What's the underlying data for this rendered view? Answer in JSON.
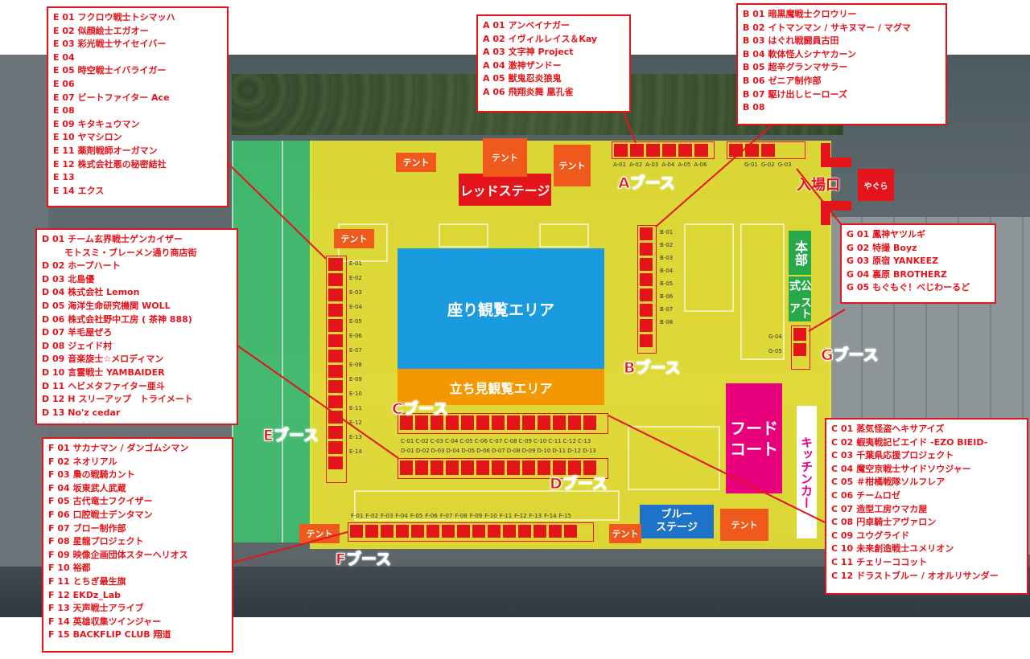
{
  "map": {
    "zones": {
      "seated": "座り観覧エリア",
      "standing": "立ち見観覧エリア",
      "red_stage": "レッドステージ",
      "blue_stage_1": "ブルー",
      "blue_stage_2": "ステージ",
      "food_court_1": "フード",
      "food_court_2": "コート",
      "kitchen_car": "キッチンカー",
      "headquarters": "本部",
      "official_store_1": "公式",
      "official_store_2": "ストア",
      "entrance": "入場口",
      "yagura": "やぐら",
      "tent": "テント"
    },
    "booth_labels": {
      "A": "Aブース",
      "B": "Bブース",
      "C": "Cブース",
      "D": "Dブース",
      "E": "Eブース",
      "F": "Fブース",
      "G": "Gブース"
    },
    "booth_codes": {
      "A": [
        "A-01",
        "A-02",
        "A-03",
        "A-04",
        "A-05",
        "A-06"
      ],
      "B": [
        "B-01",
        "B-02",
        "B-03",
        "B-04",
        "B-05",
        "B-06",
        "B-07",
        "B-08"
      ],
      "C": [
        "C-01",
        "C-02",
        "C-03",
        "C-04",
        "C-05",
        "C-06",
        "C-07",
        "C-08",
        "C-09",
        "C-10",
        "C-11",
        "C-12",
        "C-13"
      ],
      "D": [
        "D-01",
        "D-02",
        "D-03",
        "D-04",
        "D-05",
        "D-06",
        "D-07",
        "D-08",
        "D-09",
        "D-10",
        "D-11",
        "D-12",
        "D-13"
      ],
      "E": [
        "E-01",
        "E-02",
        "E-03",
        "E-04",
        "E-05",
        "E-06",
        "E-07",
        "E-08",
        "E-09",
        "E-10",
        "E-11",
        "E-12",
        "E-13",
        "E-14"
      ],
      "F": [
        "F-01",
        "F-02",
        "F-03",
        "F-04",
        "F-05",
        "F-06",
        "F-07",
        "F-08",
        "F-09",
        "F-10",
        "F-11",
        "F-12",
        "F-13",
        "F-14",
        "F-15"
      ],
      "G_top": [
        "G-01",
        "G-02",
        "G-03"
      ],
      "G_side": [
        "G-04",
        "G-05"
      ]
    },
    "colors": {
      "booth_red": "#e4141b",
      "event_yellow": "#fff628",
      "seated_blue": "#1a9be0",
      "standing_orange": "#f39800",
      "food_pink": "#e8007d",
      "hq_green": "#27a94a",
      "tent_orange": "#ef5a1c",
      "blue_stage": "#1e73c9"
    }
  },
  "legends": {
    "E": [
      {
        "code": "E 01",
        "name": "フクロウ戦士トシマッハ"
      },
      {
        "code": "E 02",
        "name": "似顔絵士エガオー"
      },
      {
        "code": "E 03",
        "name": "彩光戦士サイセイバー"
      },
      {
        "code": "E 04",
        "name": ""
      },
      {
        "code": "E 05",
        "name": "時空戦士イバライガー"
      },
      {
        "code": "E 06",
        "name": ""
      },
      {
        "code": "E 07",
        "name": "ビートファイター Ace"
      },
      {
        "code": "E 08",
        "name": ""
      },
      {
        "code": "E 09",
        "name": "キタキュウマン"
      },
      {
        "code": "E 10",
        "name": "ヤマシロン"
      },
      {
        "code": "E 11",
        "name": "薬剤戦師オーガマン"
      },
      {
        "code": "E 12",
        "name": "株式会社悪の秘密結社"
      },
      {
        "code": "E 13",
        "name": ""
      },
      {
        "code": "E 14",
        "name": "エクス"
      }
    ],
    "A": [
      {
        "code": "A 01",
        "name": "アンベイナガー"
      },
      {
        "code": "A 02",
        "name": "イヴィルレイス＆Kay"
      },
      {
        "code": "A 03",
        "name": "文字神 Project"
      },
      {
        "code": "A 04",
        "name": "激神ザンドー"
      },
      {
        "code": "A 05",
        "name": "獣鬼忍炎狼鬼"
      },
      {
        "code": "A 06",
        "name": "飛翔炎舞 凰孔雀"
      }
    ],
    "B": [
      {
        "code": "B 01",
        "name": "暗黒魔戦士クロウリー"
      },
      {
        "code": "B 02",
        "name": "イトマンマン / サキヌマー / マグマ"
      },
      {
        "code": "B 03",
        "name": "はぐれ戦闘員古田"
      },
      {
        "code": "B 04",
        "name": "軟体怪人シナヤカーン"
      },
      {
        "code": "B 05",
        "name": "超辛グランマサラー"
      },
      {
        "code": "B 06",
        "name": "ゼニア制作部"
      },
      {
        "code": "B 07",
        "name": "駆け出しヒーローズ"
      },
      {
        "code": "B 08",
        "name": ""
      }
    ],
    "D": [
      {
        "code": "D 01",
        "name": "チーム玄界戦士ゲンカイザー"
      },
      {
        "code": "",
        "name": "モトスミ・ブレーメン通り商店街"
      },
      {
        "code": "D 02",
        "name": "ホープハート"
      },
      {
        "code": "D 03",
        "name": "北島優"
      },
      {
        "code": "D 04",
        "name": "株式会社 Lemon"
      },
      {
        "code": "D 05",
        "name": "海洋生命研究機関 WOLL"
      },
      {
        "code": "D 06",
        "name": "株式会社野中工房 ( 茶神 888)"
      },
      {
        "code": "D 07",
        "name": "羊毛屋ぜろ"
      },
      {
        "code": "D 08",
        "name": "ジェイド村"
      },
      {
        "code": "D 09",
        "name": "音楽旋士☆メロディマン"
      },
      {
        "code": "D 10",
        "name": "言霊戦士 YAMBAIDER"
      },
      {
        "code": "D 11",
        "name": "ヘビメタファイター亜斗"
      },
      {
        "code": "D 12",
        "name": "H スリーアップ　トライメート"
      },
      {
        "code": "D 13",
        "name": "No'z cedar"
      }
    ],
    "G": [
      {
        "code": "G 01",
        "name": "鳳神ヤツルギ"
      },
      {
        "code": "G 02",
        "name": "特撮 Boyz"
      },
      {
        "code": "G 03",
        "name": "原宿 YANKEEZ"
      },
      {
        "code": "G 04",
        "name": "裏原 BROTHERZ"
      },
      {
        "code": "G 05",
        "name": "もぐもぐ！べじわーるど"
      }
    ],
    "F": [
      {
        "code": "F 01",
        "name": "サカナマン / ダンゴムシマン"
      },
      {
        "code": "F 02",
        "name": "ネオリアル"
      },
      {
        "code": "F 03",
        "name": "梟の戦騎カント"
      },
      {
        "code": "F 04",
        "name": "坂東武人武蔵"
      },
      {
        "code": "F 05",
        "name": "古代竜士フクイザー"
      },
      {
        "code": "F 06",
        "name": "口腔戦士デンタマン"
      },
      {
        "code": "F 07",
        "name": "ブロー制作部"
      },
      {
        "code": "F 08",
        "name": "星龍プロジェクト"
      },
      {
        "code": "F 09",
        "name": "映像企画団体スターヘリオス"
      },
      {
        "code": "F 10",
        "name": "裕都"
      },
      {
        "code": "F 11",
        "name": "とちぎ最生旗"
      },
      {
        "code": "F 12",
        "name": "EKDz_Lab"
      },
      {
        "code": "F 13",
        "name": "天声戦士アライブ"
      },
      {
        "code": "F 14",
        "name": "英雄収集ツインジャー"
      },
      {
        "code": "F 15",
        "name": "BACKFLIP CLUB 翔道"
      }
    ],
    "C": [
      {
        "code": "C 01",
        "name": "蒸気怪盗ヘキサアイズ"
      },
      {
        "code": "C 02",
        "name": "蝦夷戦記ビエイド -EZO BIEID-"
      },
      {
        "code": "C 03",
        "name": "千葉県応援プロジェクト"
      },
      {
        "code": "C 04",
        "name": "魔空京戦士サイドソウジャー"
      },
      {
        "code": "C 05",
        "name": "＃柑橘戦隊ソルフレア"
      },
      {
        "code": "C 06",
        "name": "チームロゼ"
      },
      {
        "code": "C 07",
        "name": "造型工房ウマカ屋"
      },
      {
        "code": "C 08",
        "name": "円卓騎士アヴァロン"
      },
      {
        "code": "C 09",
        "name": "ユウグライド"
      },
      {
        "code": "C 10",
        "name": "未来創造戦士ユメリオン"
      },
      {
        "code": "C 11",
        "name": "チェリーココット"
      },
      {
        "code": "C 12",
        "name": "ドラストブルー / オオルリサンダー"
      }
    ]
  }
}
